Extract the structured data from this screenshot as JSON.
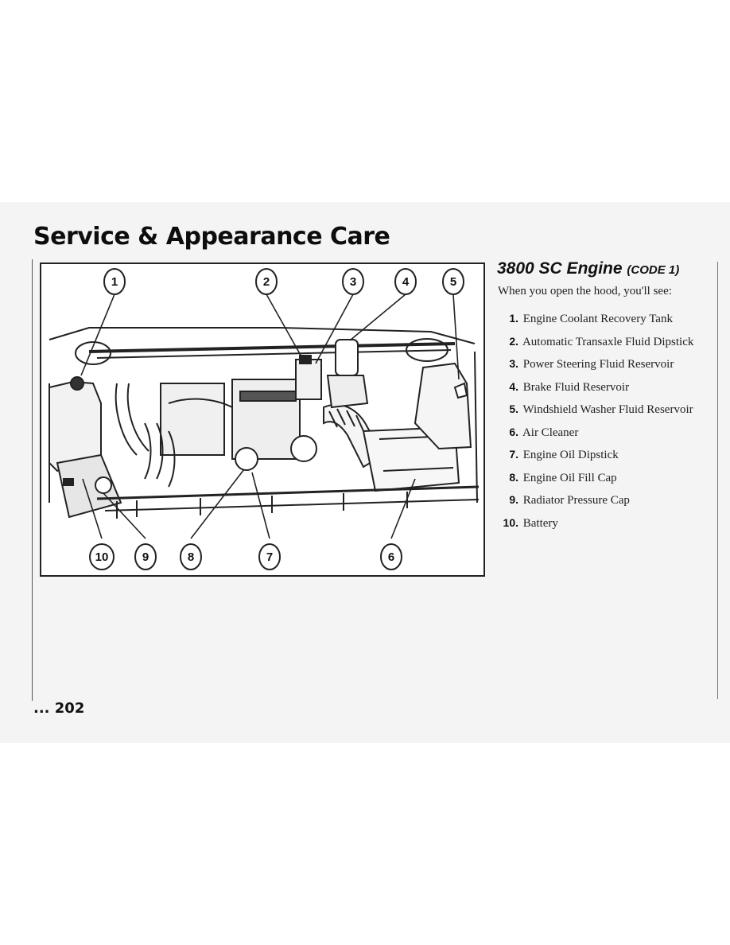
{
  "header": {
    "title": "Service & Appearance Care"
  },
  "figure": {
    "callouts_top": [
      "1",
      "2",
      "3",
      "4",
      "5"
    ],
    "callouts_bottom": [
      "10",
      "9",
      "8",
      "7",
      "6"
    ]
  },
  "section": {
    "heading": "3800 SC Engine",
    "heading_sub": "(CODE 1)",
    "intro": "When you open the hood, you'll see:",
    "items": [
      {
        "num": "1.",
        "label": "Engine Coolant Recovery Tank"
      },
      {
        "num": "2.",
        "label": "Automatic Transaxle Fluid Dipstick"
      },
      {
        "num": "3.",
        "label": "Power Steering Fluid Reservoir"
      },
      {
        "num": "4.",
        "label": "Brake Fluid Reservoir"
      },
      {
        "num": "5.",
        "label": "Windshield Washer Fluid Reservoir"
      },
      {
        "num": "6.",
        "label": "Air Cleaner"
      },
      {
        "num": "7.",
        "label": "Engine Oil Dipstick"
      },
      {
        "num": "8.",
        "label": "Engine Oil Fill Cap"
      },
      {
        "num": "9.",
        "label": "Radiator Pressure Cap"
      },
      {
        "num": "10.",
        "label": "Battery"
      }
    ]
  },
  "footer": {
    "page_number": "... 202"
  }
}
